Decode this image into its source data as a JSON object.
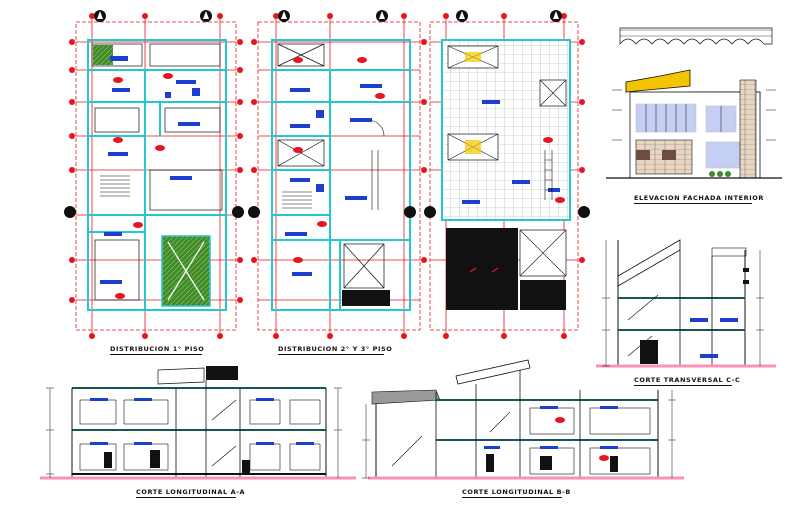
{
  "drawing": {
    "plan_1": {
      "title": "DISTRIBUCION 1° PISO"
    },
    "plan_2": {
      "title": "DISTRIBUCION 2° Y 3° PISO"
    },
    "plan_3": {
      "title": ""
    },
    "elevation": {
      "title": "ELEVACION FACHADA INTERIOR"
    },
    "section_transversal": {
      "title": "CORTE TRANSVERSAL C-C"
    },
    "section_a": {
      "title": "CORTE LONGITUDINAL A-A"
    },
    "section_b": {
      "title": "CORTE LONGITUDINAL B-B"
    }
  },
  "colors": {
    "dimension_red": "#e8141e",
    "wall_cyan": "#25c7cf",
    "furniture_blue": "#1d3fd0",
    "ground_pink": "#ff8fb8",
    "roof_yellow": "#f5c400",
    "garden_green": "#3f8a2e",
    "line_black": "#111111"
  }
}
